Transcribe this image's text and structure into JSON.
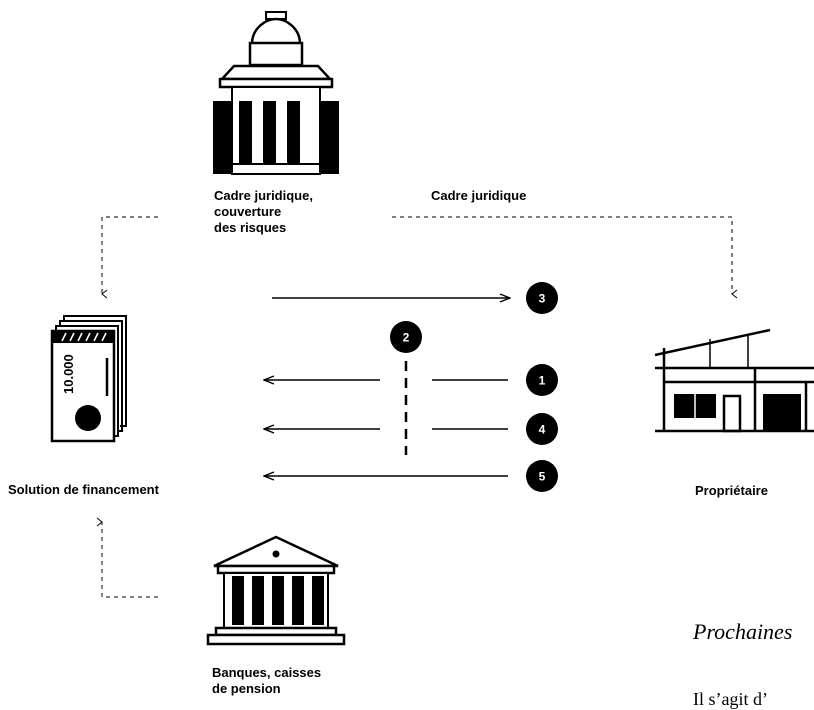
{
  "nodes": {
    "legal_authority": {
      "label_lines": [
        "Cadre juridique,",
        "couverture",
        "des risques"
      ],
      "icon": "government-building-icon"
    },
    "financing": {
      "label": "Solution de financement",
      "icon": "banknotes-icon",
      "note_value": "10.000"
    },
    "owner": {
      "label": "Propriétaire",
      "icon": "house-icon"
    },
    "banks": {
      "label_lines": [
        "Banques, caisses",
        "de pension"
      ],
      "icon": "bank-icon"
    }
  },
  "edges": {
    "legal_to_owner_label": "Cadre juridique"
  },
  "steps": [
    "1",
    "2",
    "3",
    "4",
    "5"
  ],
  "next_section": {
    "heading": "Prochaines",
    "body_start": "Il s’agit d’"
  },
  "colors": {
    "ink": "#000000",
    "background": "#ffffff",
    "badge_text": "#ffffff"
  }
}
